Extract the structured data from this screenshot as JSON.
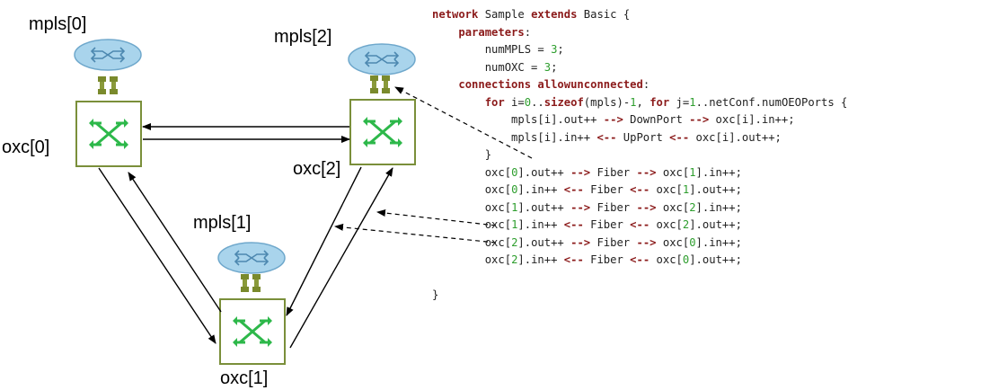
{
  "labels": {
    "mpls0": "mpls[0]",
    "mpls1": "mpls[1]",
    "mpls2": "mpls[2]",
    "oxc0": "oxc[0]",
    "oxc1": "oxc[1]",
    "oxc2": "oxc[2]"
  },
  "colors": {
    "router_fill": "#a9d4ec",
    "router_stroke": "#6fa8cc",
    "switch_stroke": "#7a8f3a",
    "switch_arrow": "#2db84a",
    "port_fill": "#8a9a3a",
    "keyword": "#8b1a1a",
    "number": "#2e9e2e",
    "edge": "#000000"
  },
  "icons": {
    "router": "router-icon",
    "optical_switch": "cross-switch-icon"
  },
  "code_lines": [
    [
      {
        "t": "network",
        "c": "kw"
      },
      {
        "t": " Sample "
      },
      {
        "t": "extends",
        "c": "kw"
      },
      {
        "t": " Basic {"
      }
    ],
    [
      {
        "t": "    "
      },
      {
        "t": "parameters",
        "c": "kw"
      },
      {
        "t": ":"
      }
    ],
    [
      {
        "t": "        numMPLS = "
      },
      {
        "t": "3",
        "c": "num"
      },
      {
        "t": ";"
      }
    ],
    [
      {
        "t": "        numOXC = "
      },
      {
        "t": "3",
        "c": "num"
      },
      {
        "t": ";"
      }
    ],
    [
      {
        "t": "    "
      },
      {
        "t": "connections allowunconnected",
        "c": "kw"
      },
      {
        "t": ":"
      }
    ],
    [
      {
        "t": "        "
      },
      {
        "t": "for",
        "c": "kw"
      },
      {
        "t": " i="
      },
      {
        "t": "0",
        "c": "num"
      },
      {
        "t": ".."
      },
      {
        "t": "sizeof",
        "c": "kw"
      },
      {
        "t": "(mpls)-"
      },
      {
        "t": "1",
        "c": "num"
      },
      {
        "t": ", "
      },
      {
        "t": "for",
        "c": "kw"
      },
      {
        "t": " j="
      },
      {
        "t": "1",
        "c": "num"
      },
      {
        "t": "..netConf.numOEOPorts {"
      }
    ],
    [
      {
        "t": "            mpls[i].out++ "
      },
      {
        "t": "-->",
        "c": "op"
      },
      {
        "t": " DownPort "
      },
      {
        "t": "-->",
        "c": "op"
      },
      {
        "t": " oxc[i].in++;"
      }
    ],
    [
      {
        "t": "            mpls[i].in++ "
      },
      {
        "t": "<--",
        "c": "op"
      },
      {
        "t": " UpPort "
      },
      {
        "t": "<--",
        "c": "op"
      },
      {
        "t": " oxc[i].out++;"
      }
    ],
    [
      {
        "t": "        }"
      }
    ],
    [
      {
        "t": "        oxc["
      },
      {
        "t": "0",
        "c": "num"
      },
      {
        "t": "].out++ "
      },
      {
        "t": "-->",
        "c": "op"
      },
      {
        "t": " Fiber "
      },
      {
        "t": "-->",
        "c": "op"
      },
      {
        "t": " oxc["
      },
      {
        "t": "1",
        "c": "num"
      },
      {
        "t": "].in++;"
      }
    ],
    [
      {
        "t": "        oxc["
      },
      {
        "t": "0",
        "c": "num"
      },
      {
        "t": "].in++ "
      },
      {
        "t": "<--",
        "c": "op"
      },
      {
        "t": " Fiber "
      },
      {
        "t": "<--",
        "c": "op"
      },
      {
        "t": " oxc["
      },
      {
        "t": "1",
        "c": "num"
      },
      {
        "t": "].out++;"
      }
    ],
    [
      {
        "t": "        oxc["
      },
      {
        "t": "1",
        "c": "num"
      },
      {
        "t": "].out++ "
      },
      {
        "t": "-->",
        "c": "op"
      },
      {
        "t": " Fiber "
      },
      {
        "t": "-->",
        "c": "op"
      },
      {
        "t": " oxc["
      },
      {
        "t": "2",
        "c": "num"
      },
      {
        "t": "].in++;"
      }
    ],
    [
      {
        "t": "        oxc["
      },
      {
        "t": "1",
        "c": "num"
      },
      {
        "t": "].in++ "
      },
      {
        "t": "<--",
        "c": "op"
      },
      {
        "t": " Fiber "
      },
      {
        "t": "<--",
        "c": "op"
      },
      {
        "t": " oxc["
      },
      {
        "t": "2",
        "c": "num"
      },
      {
        "t": "].out++;"
      }
    ],
    [
      {
        "t": "        oxc["
      },
      {
        "t": "2",
        "c": "num"
      },
      {
        "t": "].out++ "
      },
      {
        "t": "-->",
        "c": "op"
      },
      {
        "t": " Fiber "
      },
      {
        "t": "-->",
        "c": "op"
      },
      {
        "t": " oxc["
      },
      {
        "t": "0",
        "c": "num"
      },
      {
        "t": "].in++;"
      }
    ],
    [
      {
        "t": "        oxc["
      },
      {
        "t": "2",
        "c": "num"
      },
      {
        "t": "].in++ "
      },
      {
        "t": "<--",
        "c": "op"
      },
      {
        "t": " Fiber "
      },
      {
        "t": "<--",
        "c": "op"
      },
      {
        "t": " oxc["
      },
      {
        "t": "0",
        "c": "num"
      },
      {
        "t": "].out++;"
      }
    ],
    [
      {
        "t": "    "
      }
    ],
    [
      {
        "t": "}"
      }
    ]
  ]
}
